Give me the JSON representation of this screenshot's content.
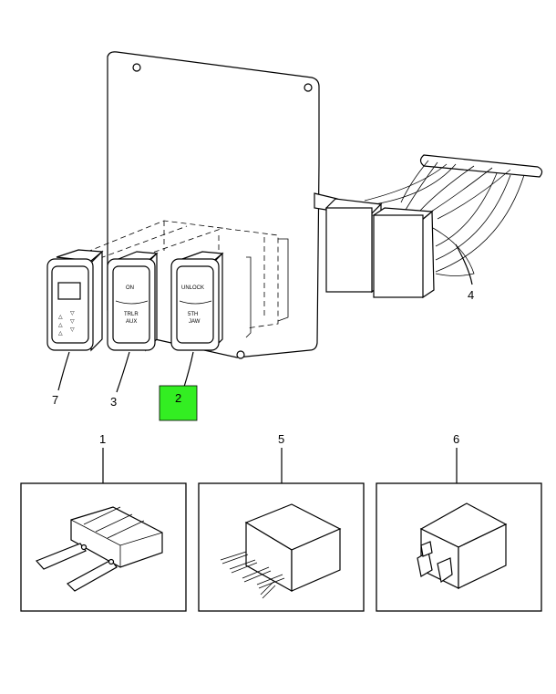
{
  "callouts": {
    "c1": "1",
    "c2": "2",
    "c3": "3",
    "c4": "4",
    "c5": "5",
    "c6": "6",
    "c7": "7"
  },
  "switch_labels": {
    "aux_on": "ON",
    "aux_name_line1": "TRLR",
    "aux_name_line2": "AUX",
    "jaw_unlock": "UNLOCK",
    "jaw_name_line1": "5TH",
    "jaw_name_line2": "JAW"
  },
  "highlight_color": "#33ee22"
}
